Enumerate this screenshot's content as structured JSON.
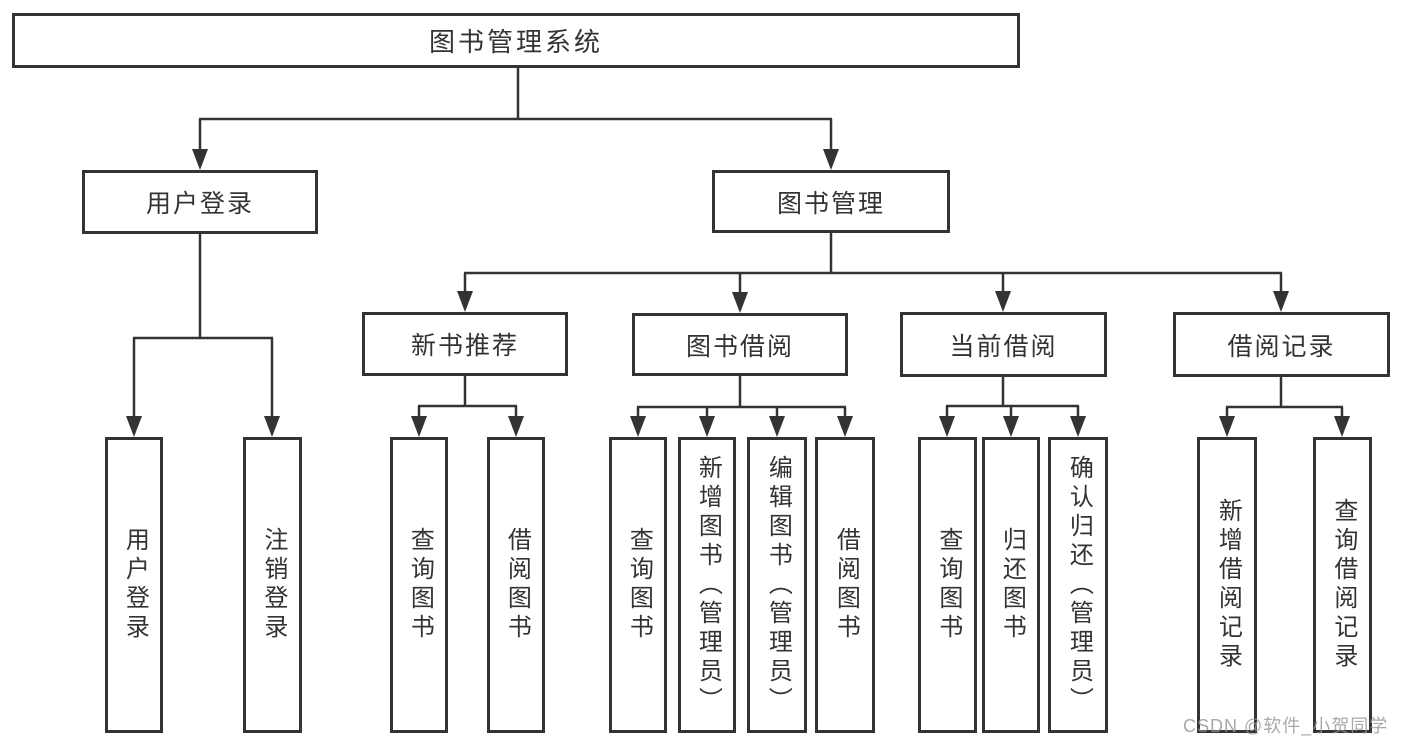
{
  "tree": {
    "root": {
      "label": "图书管理系统",
      "children": [
        {
          "label": "用户登录",
          "children": [
            {
              "label": "用户登录"
            },
            {
              "label": "注销登录"
            }
          ]
        },
        {
          "label": "图书管理",
          "children": [
            {
              "label": "新书推荐",
              "children": [
                {
                  "label": "查询图书"
                },
                {
                  "label": "借阅图书"
                }
              ]
            },
            {
              "label": "图书借阅",
              "children": [
                {
                  "label": "查询图书"
                },
                {
                  "label": "新增图书（管理员）"
                },
                {
                  "label": "编辑图书（管理员）"
                },
                {
                  "label": "借阅图书"
                }
              ]
            },
            {
              "label": "当前借阅",
              "children": [
                {
                  "label": "查询图书"
                },
                {
                  "label": "归还图书"
                },
                {
                  "label": "确认归还（管理员）"
                }
              ]
            },
            {
              "label": "借阅记录",
              "children": [
                {
                  "label": "新增借阅记录"
                },
                {
                  "label": "查询借阅记录"
                }
              ]
            }
          ]
        }
      ]
    }
  },
  "watermark": {
    "text": "CSDN @软件_小贺同学"
  },
  "colors": {
    "box_border": "#333333",
    "box_fill": "#ffffff",
    "line": "#333333",
    "text": "#333333",
    "watermark": "#969696",
    "background": "#ffffff"
  }
}
